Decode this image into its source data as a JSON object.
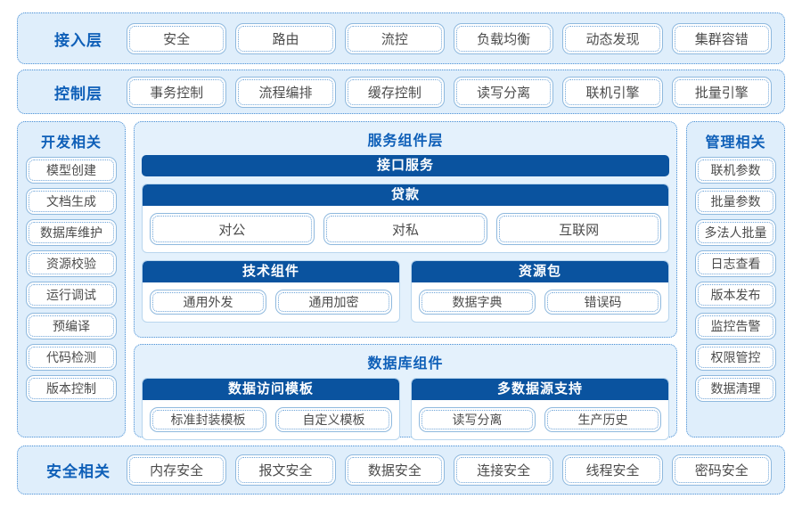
{
  "colors": {
    "panel_fill": "#dfeefb",
    "panel_border": "#4a8fd4",
    "header_blue": "#0e5fb8",
    "bar_blue": "#0a539f",
    "pill_border": "#8fb9de",
    "text": "#4c4c4c"
  },
  "access_layer": {
    "title": "接入层",
    "items": [
      "安全",
      "路由",
      "流控",
      "负载均衡",
      "动态发现",
      "集群容错"
    ]
  },
  "control_layer": {
    "title": "控制层",
    "items": [
      "事务控制",
      "流程编排",
      "缓存控制",
      "读写分离",
      "联机引擎",
      "批量引擎"
    ]
  },
  "dev_panel": {
    "title": "开发相关",
    "items": [
      "模型创建",
      "文档生成",
      "数据库维护",
      "资源校验",
      "运行调试",
      "预编译",
      "代码检测",
      "版本控制"
    ]
  },
  "manage_panel": {
    "title": "管理相关",
    "items": [
      "联机参数",
      "批量参数",
      "多法人批量",
      "日志查看",
      "版本发布",
      "监控告警",
      "权限管控",
      "数据清理"
    ]
  },
  "service_panel": {
    "title": "服务组件层",
    "interface_bar": "接口服务",
    "loan": {
      "title": "贷款",
      "items": [
        "对公",
        "对私",
        "互联网"
      ]
    },
    "tech_component": {
      "title": "技术组件",
      "items": [
        "通用外发",
        "通用加密"
      ]
    },
    "resource_pack": {
      "title": "资源包",
      "items": [
        "数据字典",
        "错误码"
      ]
    }
  },
  "db_panel": {
    "title": "数据库组件",
    "access_template": {
      "title": "数据访问模板",
      "items": [
        "标准封装模板",
        "自定义模板"
      ]
    },
    "multi_source": {
      "title": "多数据源支持",
      "items": [
        "读写分离",
        "生产历史"
      ]
    }
  },
  "security_layer": {
    "title": "安全相关",
    "items": [
      "内存安全",
      "报文安全",
      "数据安全",
      "连接安全",
      "线程安全",
      "密码安全"
    ]
  }
}
